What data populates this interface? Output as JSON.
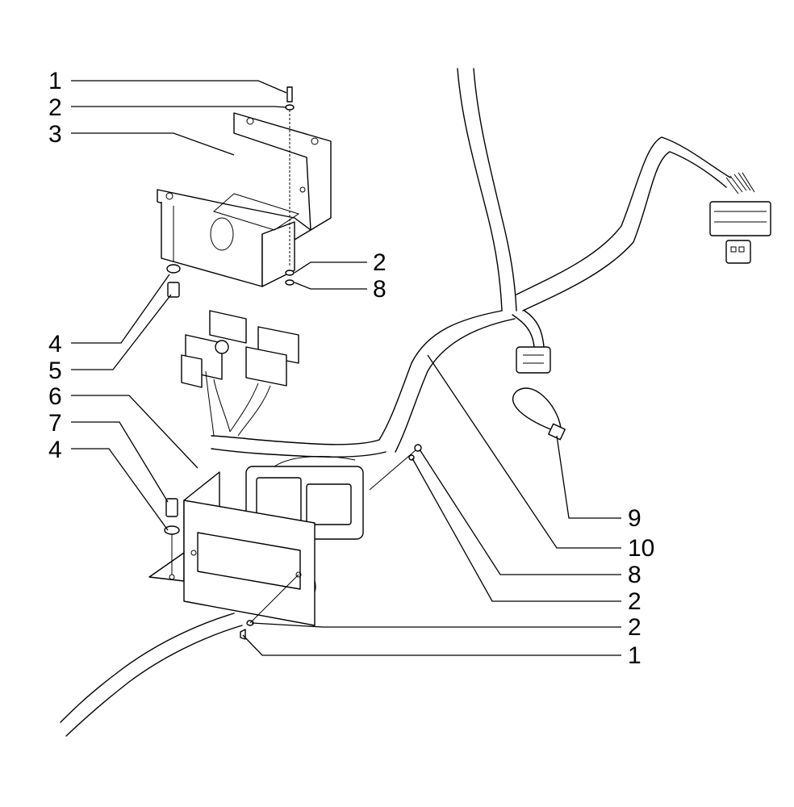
{
  "callouts": {
    "c_top_1": "1",
    "c_top_2": "2",
    "c_3": "3",
    "c_mid_2": "2",
    "c_mid_8": "8",
    "c_4a": "4",
    "c_5": "5",
    "c_6": "6",
    "c_7": "7",
    "c_4b": "4",
    "c_9": "9",
    "c_10": "10",
    "c_low_8": "8",
    "c_low_2a": "2",
    "c_low_2b": "2",
    "c_low_1": "1"
  }
}
